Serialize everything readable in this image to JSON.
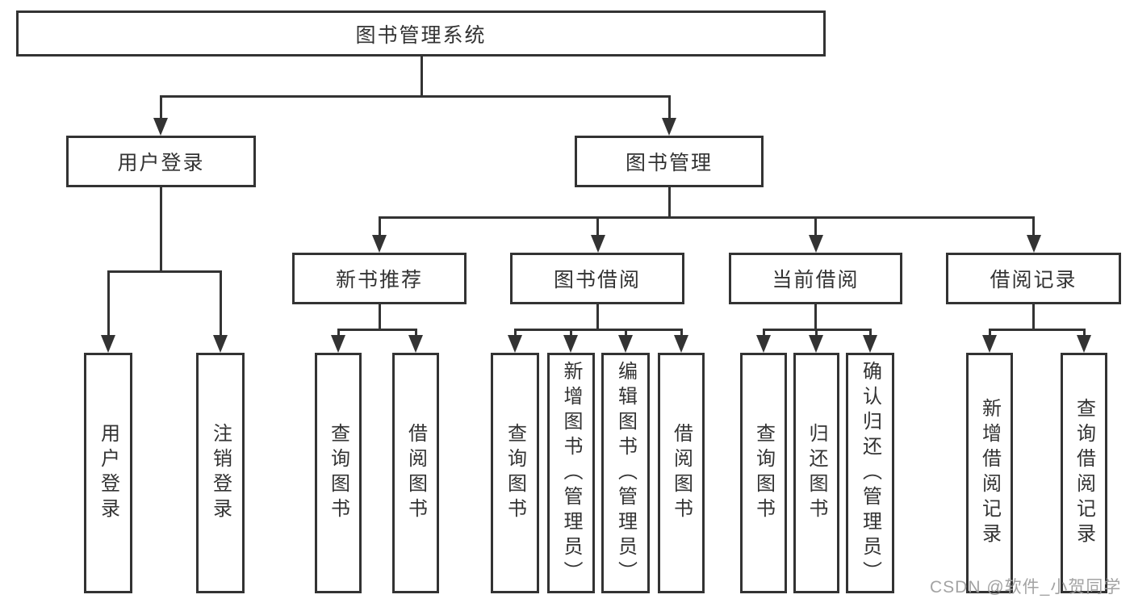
{
  "tree": {
    "root": "图书管理系统",
    "children": [
      {
        "label": "用户登录",
        "children": [
          {
            "label": "用户登录"
          },
          {
            "label": "注销登录"
          }
        ]
      },
      {
        "label": "图书管理",
        "children": [
          {
            "label": "新书推荐",
            "children": [
              {
                "label": "查询图书"
              },
              {
                "label": "借阅图书"
              }
            ]
          },
          {
            "label": "图书借阅",
            "children": [
              {
                "label": "查询图书"
              },
              {
                "label": "新增图书（管理员）"
              },
              {
                "label": "编辑图书（管理员）"
              },
              {
                "label": "借阅图书"
              }
            ]
          },
          {
            "label": "当前借阅",
            "children": [
              {
                "label": "查询图书"
              },
              {
                "label": "归还图书"
              },
              {
                "label": "确认归还（管理员）"
              }
            ]
          },
          {
            "label": "借阅记录",
            "children": [
              {
                "label": "新增借阅记录"
              },
              {
                "label": "查询借阅记录"
              }
            ]
          }
        ]
      }
    ]
  },
  "watermark": "CSDN @软件_小贺同学",
  "colors": {
    "line": "#333333",
    "box_border": "#333333",
    "box_fill": "#ffffff",
    "text": "#333333",
    "watermark": "#9e9e9e"
  }
}
